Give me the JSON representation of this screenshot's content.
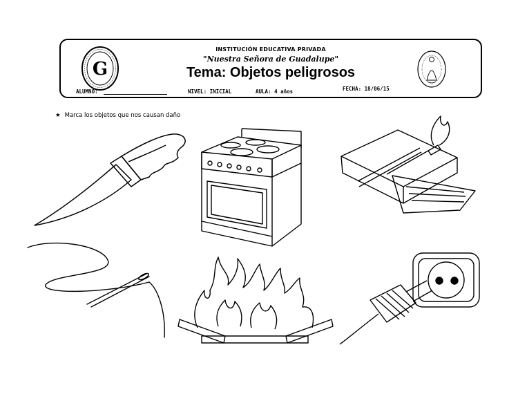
{
  "header": {
    "institution": "INSTITUCIÓN EDUCATIVA PRIVADA",
    "motto": "\"Nuestra Señora de Guadalupe\"",
    "title": "Tema: Objetos peligrosos",
    "logo_letter": "G",
    "alumno_label": "ALUMNO:",
    "nivel": "NIVEL: INICIAL",
    "aula": "AULA: 4 años",
    "fecha": "FECHA: 18/06/15"
  },
  "instruction": {
    "bullet_icon": "star-icon",
    "text": "Marca los objetos que nos causan daño"
  },
  "objects": [
    "knife",
    "stove",
    "matches",
    "needle-and-thread",
    "fire",
    "plug-and-socket"
  ],
  "colors": {
    "ink": "#000000",
    "paper": "#ffffff"
  }
}
